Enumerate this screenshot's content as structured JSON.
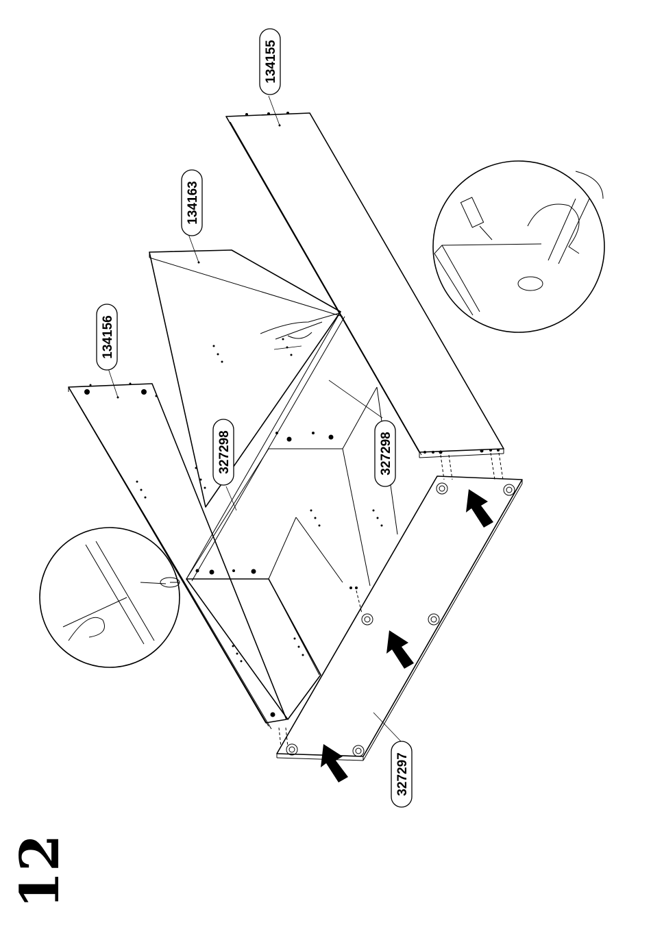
{
  "step_number": "12",
  "part_labels": {
    "top_panel": "134155",
    "middle_panel": "134163",
    "bottom_panel": "134156",
    "shelf_left": "327298",
    "shelf_right": "327298",
    "back_panel": "327297"
  },
  "icons": {
    "screwdriver_detail": "screwdriver-rotate-icon",
    "pencil_detail": "hand-pencil-icon",
    "push_arrow": "push-arrow-icon"
  }
}
